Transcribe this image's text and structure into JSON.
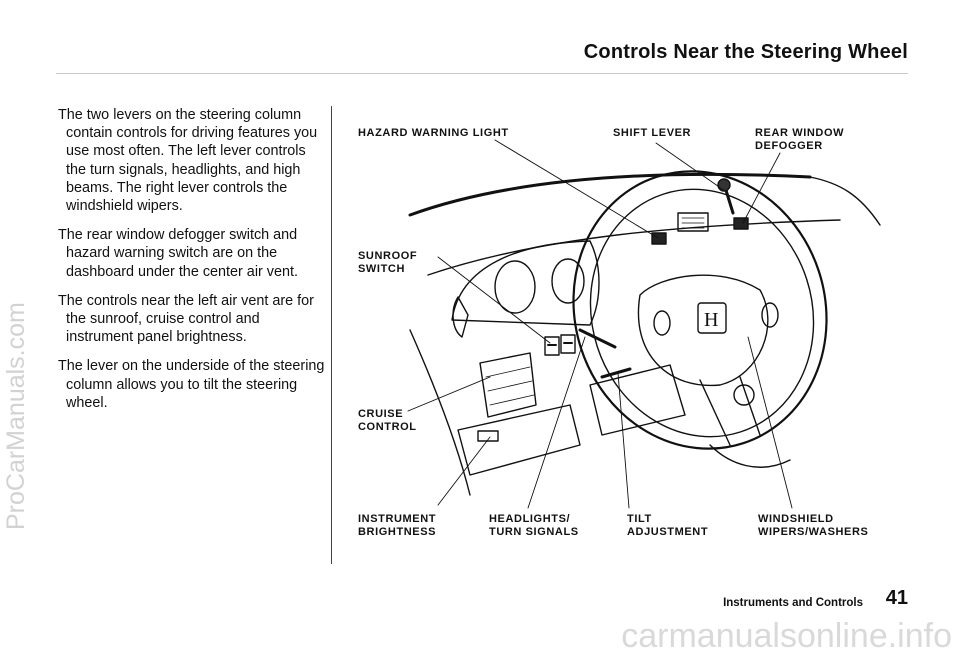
{
  "header": {
    "title": "Controls Near the Steering Wheel"
  },
  "body": {
    "paragraphs": [
      "The two levers on the steering column contain controls for driving features you use most often. The left lever controls the turn signals, headlights, and high beams. The right lever controls the windshield wipers.",
      "The rear window defogger switch and hazard warning switch are on the dashboard under the center air vent.",
      "The controls near the left air vent are for the sunroof, cruise control and instrument panel brightness.",
      "The lever on the underside of the steering column allows you to tilt the steering wheel."
    ]
  },
  "figure": {
    "callouts": {
      "hazard": "HAZARD WARNING LIGHT",
      "shift": "SHIFT LEVER",
      "defogger": "REAR WINDOW\nDEFOGGER",
      "sunroof": "SUNROOF\nSWITCH",
      "cruise": "CRUISE\nCONTROL",
      "instrument": "INSTRUMENT\nBRIGHTNESS",
      "headlights": "HEADLIGHTS/\nTURN SIGNALS",
      "tilt": "TILT\nADJUSTMENT",
      "wipers": "WINDSHIELD\nWIPERS/WASHERS"
    },
    "logo_letter": "H"
  },
  "footer": {
    "section": "Instruments and Controls",
    "page_number": "41"
  },
  "watermarks": {
    "side": "ProCarManuals.com",
    "bottom": "carmanualsonline.info"
  }
}
